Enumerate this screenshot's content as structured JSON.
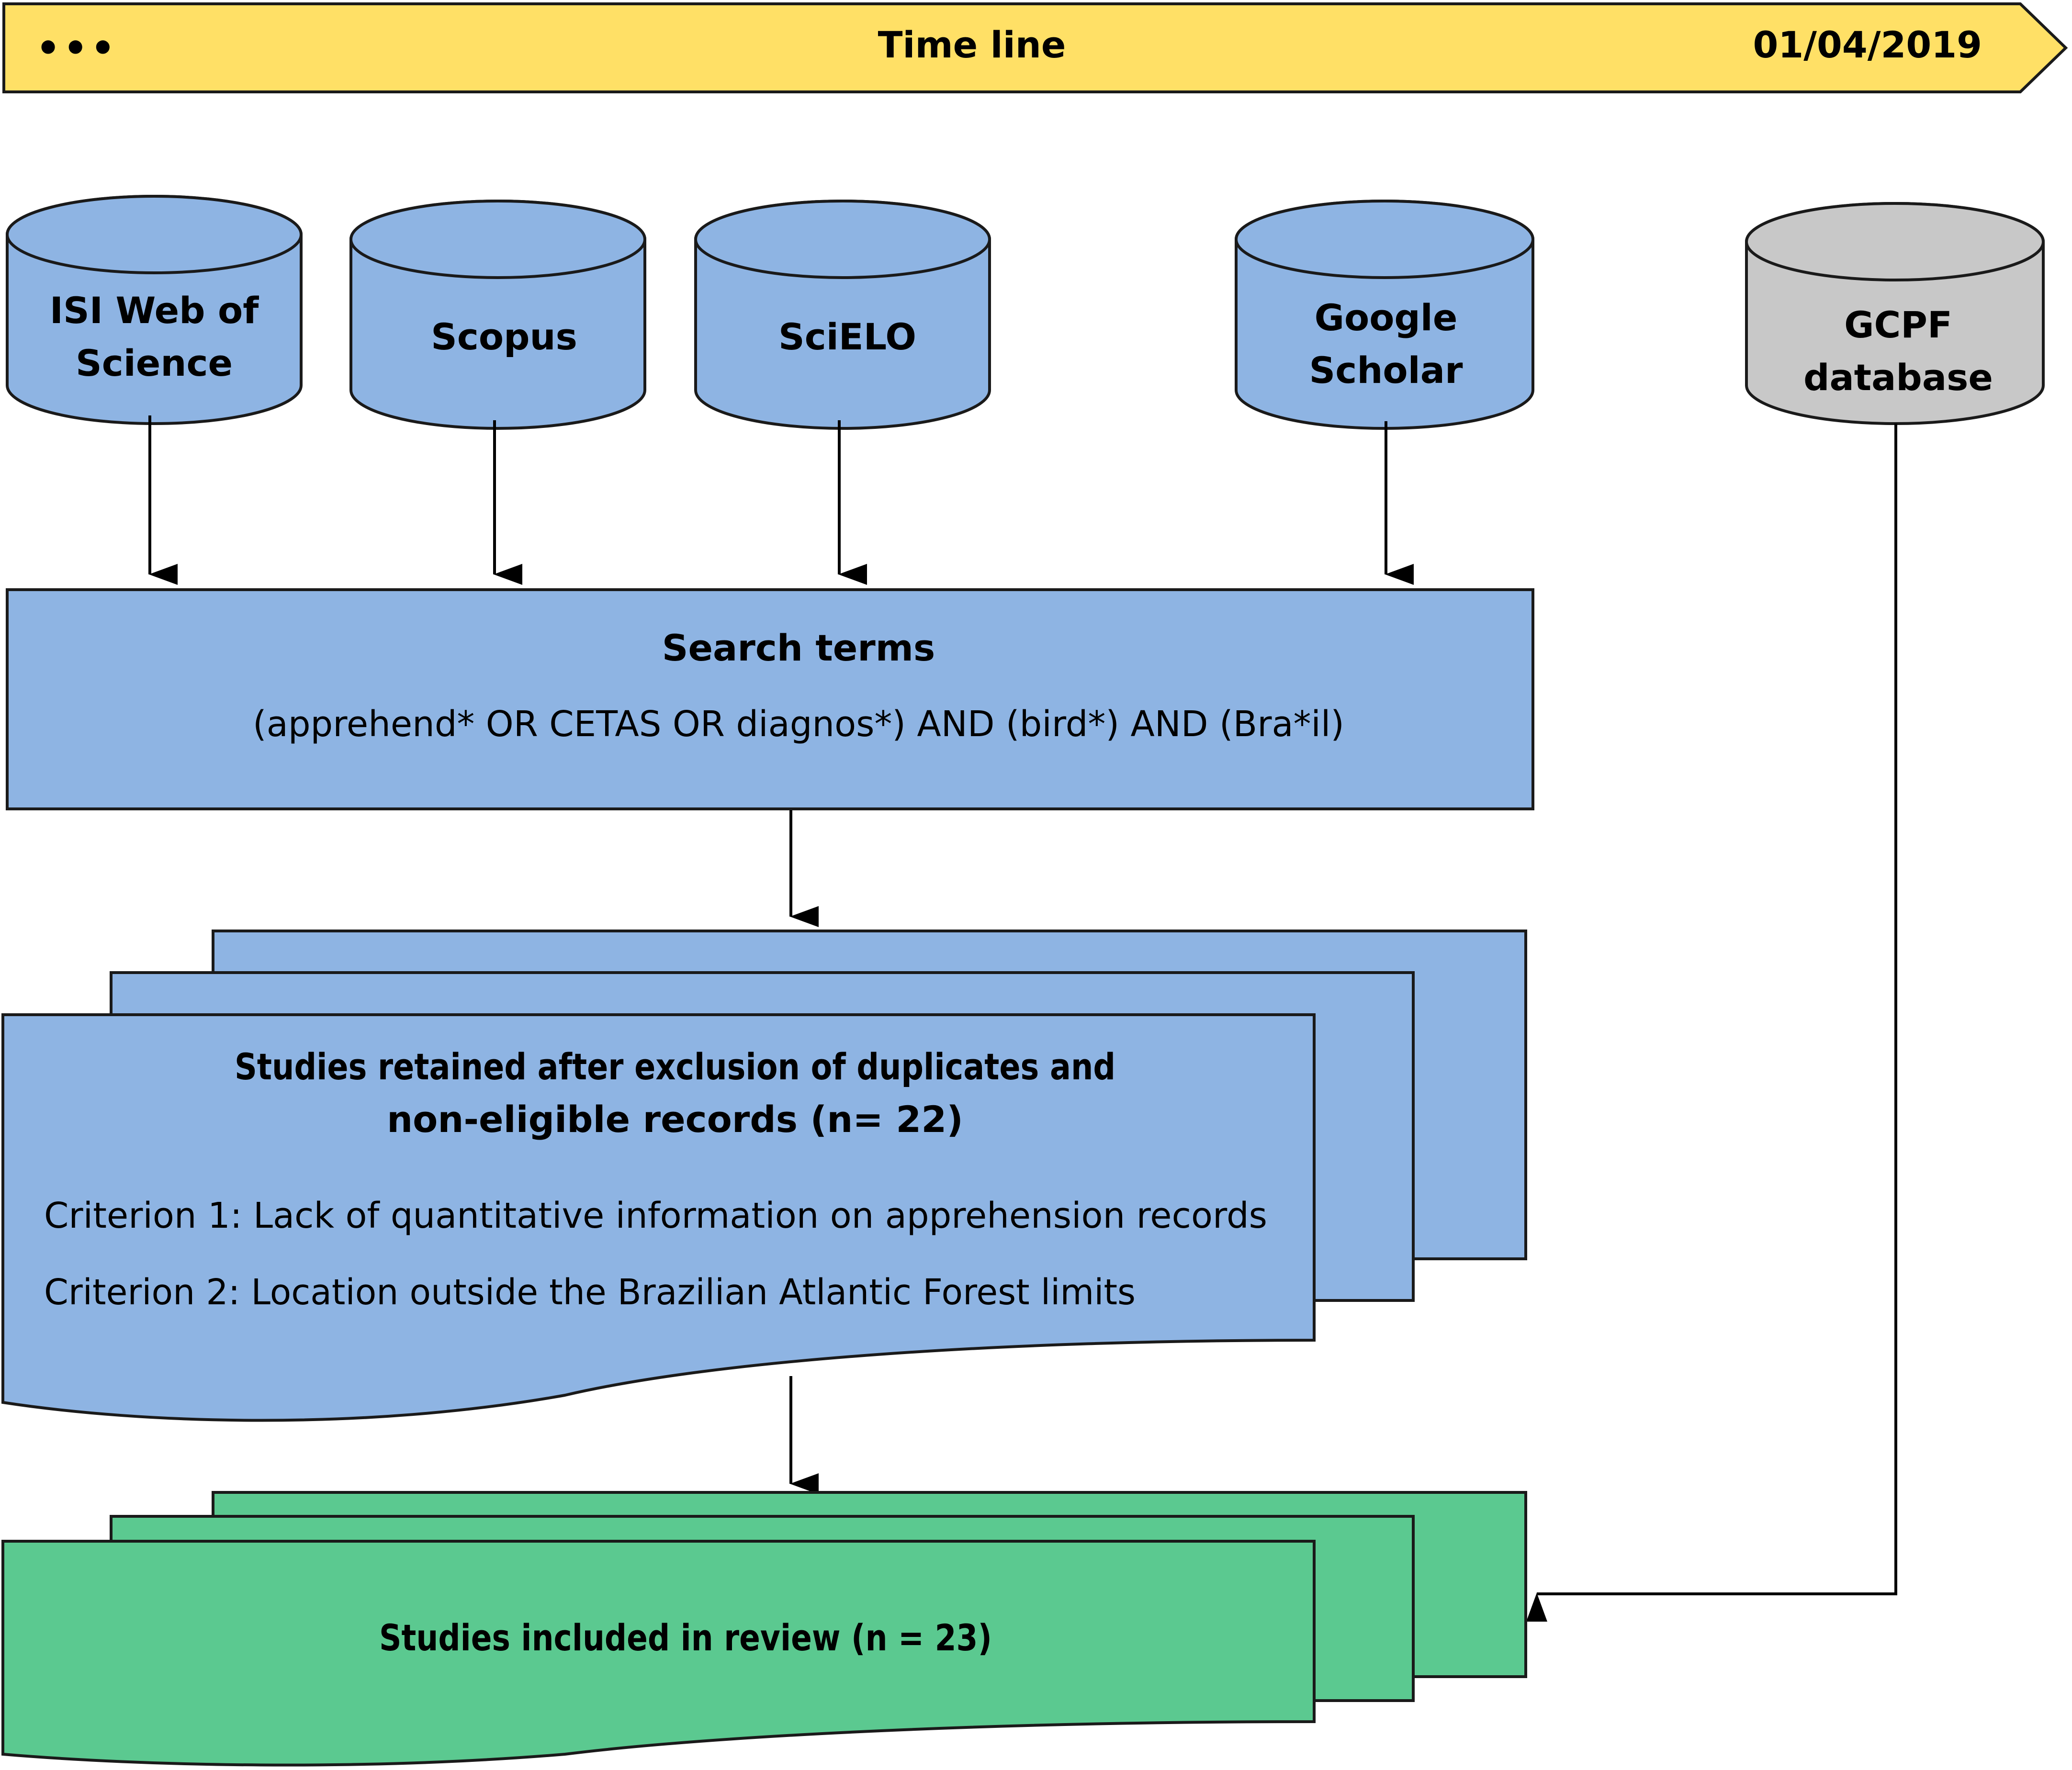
{
  "timeline": {
    "dots": "•••",
    "label": "Time line",
    "date": "01/04/2019"
  },
  "sources": [
    {
      "lines": [
        "ISI Web of",
        "Science"
      ]
    },
    {
      "lines": [
        "Scopus"
      ]
    },
    {
      "lines": [
        "SciELO"
      ]
    },
    {
      "lines": [
        "Google",
        "Scholar"
      ]
    }
  ],
  "extra_source": {
    "lines": [
      "GCPF",
      "database"
    ]
  },
  "search": {
    "title": "Search terms",
    "query": "(apprehend* OR CETAS OR diagnos*) AND (bird*) AND (Bra*il)"
  },
  "screening": {
    "title_line1": "Studies retained after exclusion of duplicates and",
    "title_line2": "non-eligible records (n= 22)",
    "criterion1": "Criterion 1: Lack of quantitative information on apprehension records",
    "criterion2": "Criterion 2: Location outside the Brazilian Atlantic Forest limits"
  },
  "included": {
    "label": "Studies included in review (n = 23)"
  },
  "colors": {
    "timeline_fill": "#FFE066",
    "blue_fill": "#8EB4E3",
    "grey_fill": "#C8C8C8",
    "green_fill": "#5BC990",
    "stroke": "#1a1a1a"
  }
}
